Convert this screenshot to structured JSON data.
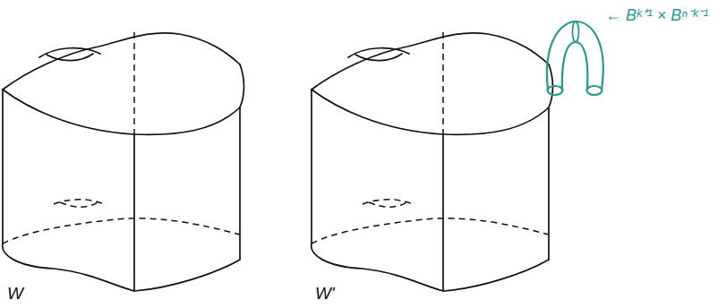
{
  "diagram": {
    "labels": [
      "W",
      "W'",
      "← Bᵏ⁺¹ × Bⁿ⁻ᵏ⁻¹"
    ]
  }
}
